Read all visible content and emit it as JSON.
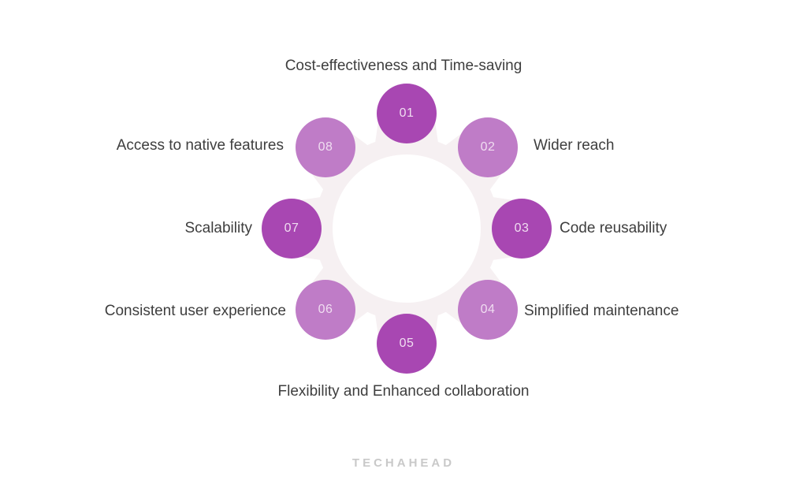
{
  "diagram": {
    "type": "circular-process",
    "items": [
      {
        "number": "01",
        "label": "Cost-effectiveness and Time-saving",
        "tone": "dark",
        "label_position": "top"
      },
      {
        "number": "02",
        "label": "Wider reach",
        "tone": "light",
        "label_position": "right"
      },
      {
        "number": "03",
        "label": "Code reusability",
        "tone": "dark",
        "label_position": "right"
      },
      {
        "number": "04",
        "label": "Simplified maintenance",
        "tone": "light",
        "label_position": "right"
      },
      {
        "number": "05",
        "label": "Flexibility and Enhanced collaboration",
        "tone": "dark",
        "label_position": "bottom"
      },
      {
        "number": "06",
        "label": "Consistent user experience",
        "tone": "light",
        "label_position": "left"
      },
      {
        "number": "07",
        "label": "Scalability",
        "tone": "dark",
        "label_position": "left"
      },
      {
        "number": "08",
        "label": "Access to native features",
        "tone": "light",
        "label_position": "left"
      }
    ]
  },
  "colors": {
    "circle_dark": "#a847b2",
    "circle_light": "#bf7cc7",
    "gear": "#f6f0f2",
    "label_text": "#3e3e3e",
    "number_text": "#f0ddf1",
    "logo_text": "#c9c9c9"
  },
  "footer": {
    "logo_text": "TECHAHEAD"
  }
}
